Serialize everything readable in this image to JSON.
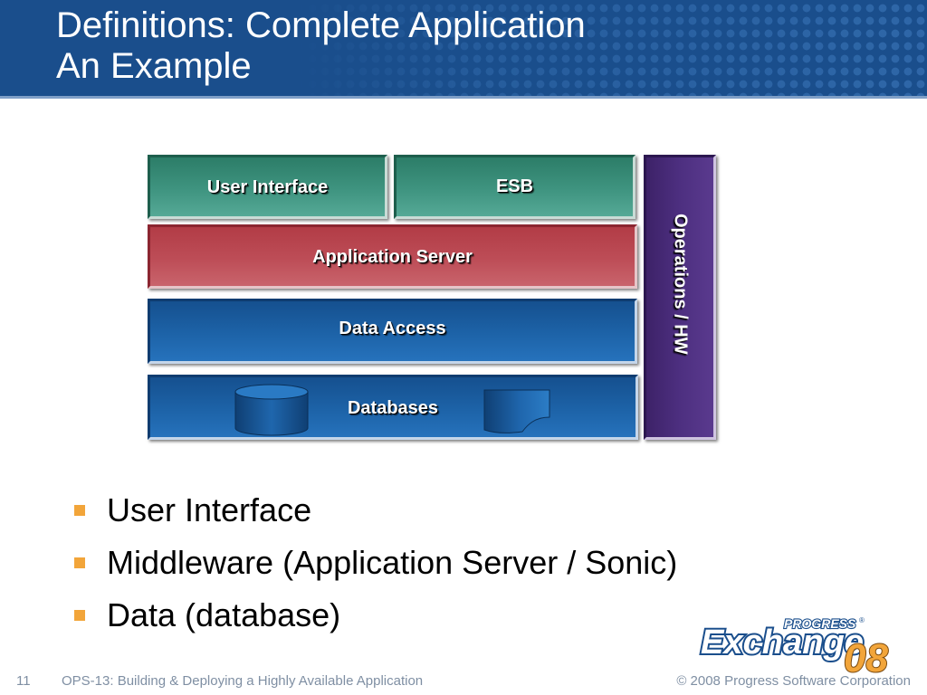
{
  "slide": {
    "title_line1": "Definitions:  Complete Application",
    "title_line2": "An Example"
  },
  "diagram": {
    "user_interface": "User Interface",
    "esb": "ESB",
    "application_server": "Application Server",
    "data_access": "Data Access",
    "databases": "Databases",
    "operations": "Operations / HW",
    "icons": [
      "database-cylinder-icon",
      "document-icon"
    ]
  },
  "bullets": [
    "User Interface",
    "Middleware (Application Server / Sonic)",
    "Data (database)"
  ],
  "footer": {
    "slide_number": "11",
    "title": "OPS-13: Building & Deploying a Highly Available Application",
    "copyright": "© 2008 Progress Software Corporation"
  },
  "logo": {
    "brand": "PROGRESS",
    "registered": "®",
    "name": "Exchange",
    "year": "08"
  },
  "colors": {
    "header_blue": "#1a4e8c",
    "ui_green": "#3f9480",
    "app_server_red": "#bd4d57",
    "data_blue": "#1d63a8",
    "operations_purple": "#4d2f80",
    "bullet_orange": "#f2a53a",
    "logo_orange": "#f2a53a"
  }
}
